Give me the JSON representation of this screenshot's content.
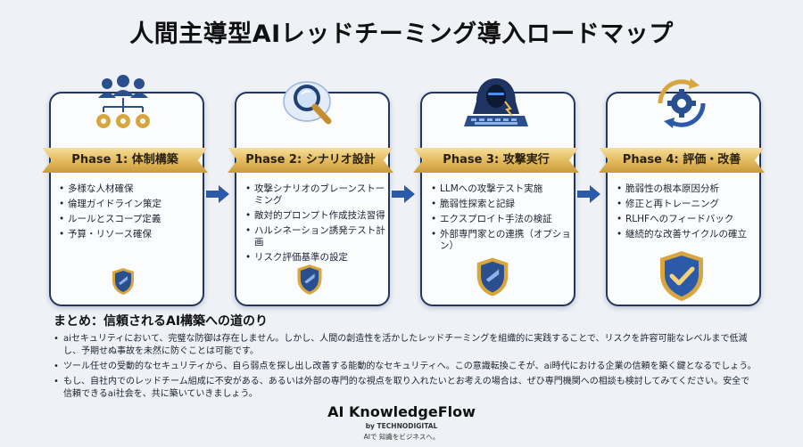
{
  "title": "人間主導型AIレッドチーミング導入ロードマップ",
  "phases": [
    {
      "label": "Phase 1: 体制構築",
      "icon": "team-gears-icon",
      "items": [
        "多様な人材確保",
        "倫理ガイドライン策定",
        "ルールとスコープ定義",
        "予算・リソース確保"
      ]
    },
    {
      "label": "Phase 2: シナリオ設計",
      "icon": "magnifier-icon",
      "items": [
        "攻撃シナリオのブレーンストーミング",
        "敵対的プロンプト作成技法習得",
        "ハルシネーション誘発テスト計画",
        "リスク評価基準の設定"
      ]
    },
    {
      "label": "Phase 3: 攻撃実行",
      "icon": "hacker-icon",
      "items": [
        "LLMへの攻撃テスト実施",
        "脆弱性探索と記録",
        "エクスプロイト手法の検証",
        "外部専門家との連携（オプション）"
      ]
    },
    {
      "label": "Phase 4: 評価・改善",
      "icon": "cycle-gears-icon",
      "items": [
        "脆弱性の根本原因分析",
        "修正と再トレーニング",
        "RLHFへのフィードバック",
        "継続的な改善サイクルの確立"
      ]
    }
  ],
  "summary": {
    "title": "まとめ：信頼されるAI構築への道のり",
    "points": [
      "aiセキュリティにおいて、完璧な防御は存在しません。しかし、人間の創造性を活かしたレッドチーミングを組織的に実践することで、リスクを許容可能なレベルまで低減し、予期せぬ事故を未然に防ぐことは可能です。",
      "ツール任せの受動的なセキュリティから、自ら弱点を探し出し改善する能動的なセキュリティへ。この意識転換こそが、ai時代における企業の信頼を築く鍵となるでしょう。",
      "もし、自社内でのレッドチーム組成に不安がある、あるいは外部の専門的な視点を取り入れたいとお考えの場合は、ぜひ専門機関への相談も検討してみてください。安全で信頼できるai社会を、共に築いていきましょう。"
    ]
  },
  "brand": {
    "name": "AI KnowledgeFlow",
    "by": "by TECHNODIGITAL",
    "tagline": "AIで 知識をビジネスへ。"
  },
  "colors": {
    "navy": "#22375e",
    "gold": "#e2b85b",
    "arrow": "#2a5aa8"
  }
}
